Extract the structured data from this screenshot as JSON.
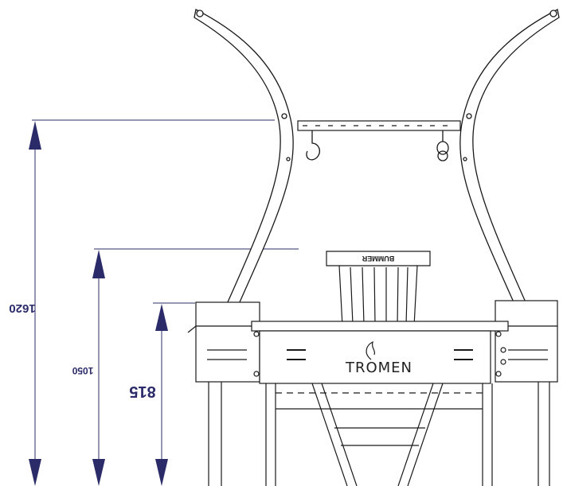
{
  "drawing": {
    "dimensions": [
      {
        "id": "dim-1620",
        "label": "1620"
      },
      {
        "id": "dim-1050",
        "label": "1050"
      },
      {
        "id": "dim-815",
        "label": "815"
      }
    ],
    "brand_logo": "TROMEN",
    "basket_label": "BUMMER",
    "colors": {
      "dimension": "#2b2b6a",
      "outline": "#1a1a1a",
      "background": "#ffffff"
    }
  }
}
